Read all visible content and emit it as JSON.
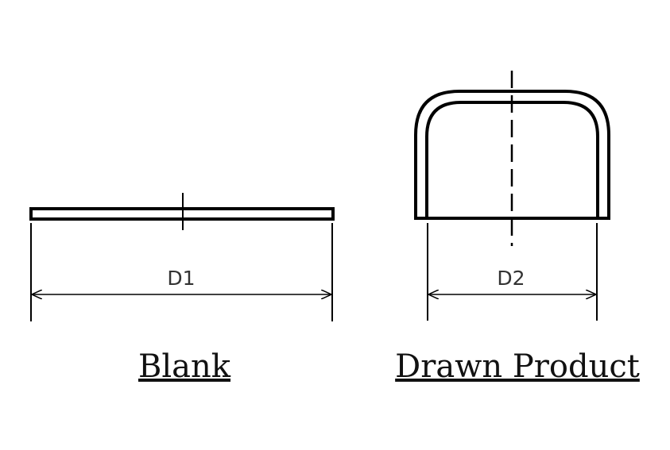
{
  "blank": {
    "dimension_label": "D1",
    "caption": "Blank"
  },
  "product": {
    "dimension_label": "D2",
    "caption": "Drawn Product"
  },
  "colors": {
    "stroke": "#000000",
    "text": "#111111"
  }
}
